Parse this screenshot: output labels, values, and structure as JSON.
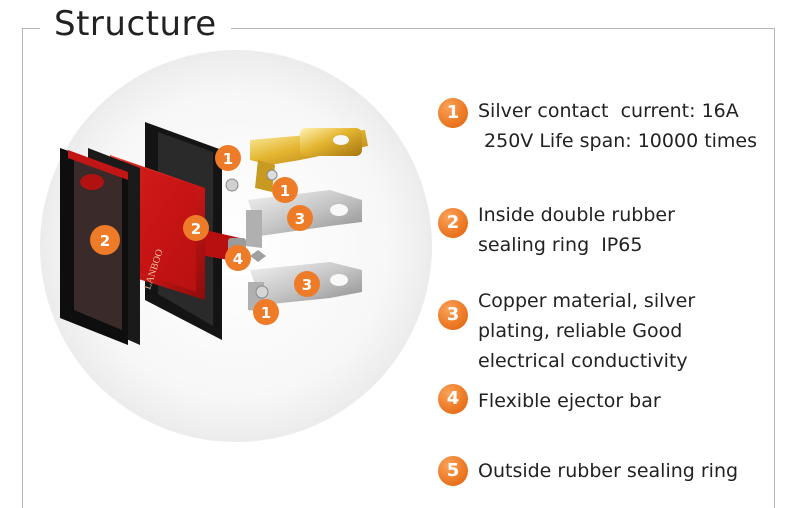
{
  "title": "Structure",
  "illustration": {
    "housing_brand": "LANBOO",
    "callouts": [
      "1",
      "1",
      "2",
      "2",
      "3",
      "3",
      "4",
      "1"
    ]
  },
  "legend": [
    {
      "num": "1",
      "line1": "Silver contact  current: 16A",
      "line2": " 250V Life span: 10000 times",
      "line3": ""
    },
    {
      "num": "2",
      "line1": "Inside double rubber",
      "line2": "sealing ring  IP65",
      "line3": ""
    },
    {
      "num": "3",
      "line1": "Copper material, silver",
      "line2": "plating, reliable Good",
      "line3": "electrical conductivity"
    },
    {
      "num": "4",
      "line1": "Flexible ejector bar",
      "line2": "",
      "line3": ""
    },
    {
      "num": "5",
      "line1": "Outside rubber sealing ring",
      "line2": "",
      "line3": ""
    }
  ],
  "colors": {
    "badge": "#ee7b27",
    "housing_red": "#d81e1e",
    "brass": "#e0b533",
    "silver": "#c8c8c8"
  }
}
